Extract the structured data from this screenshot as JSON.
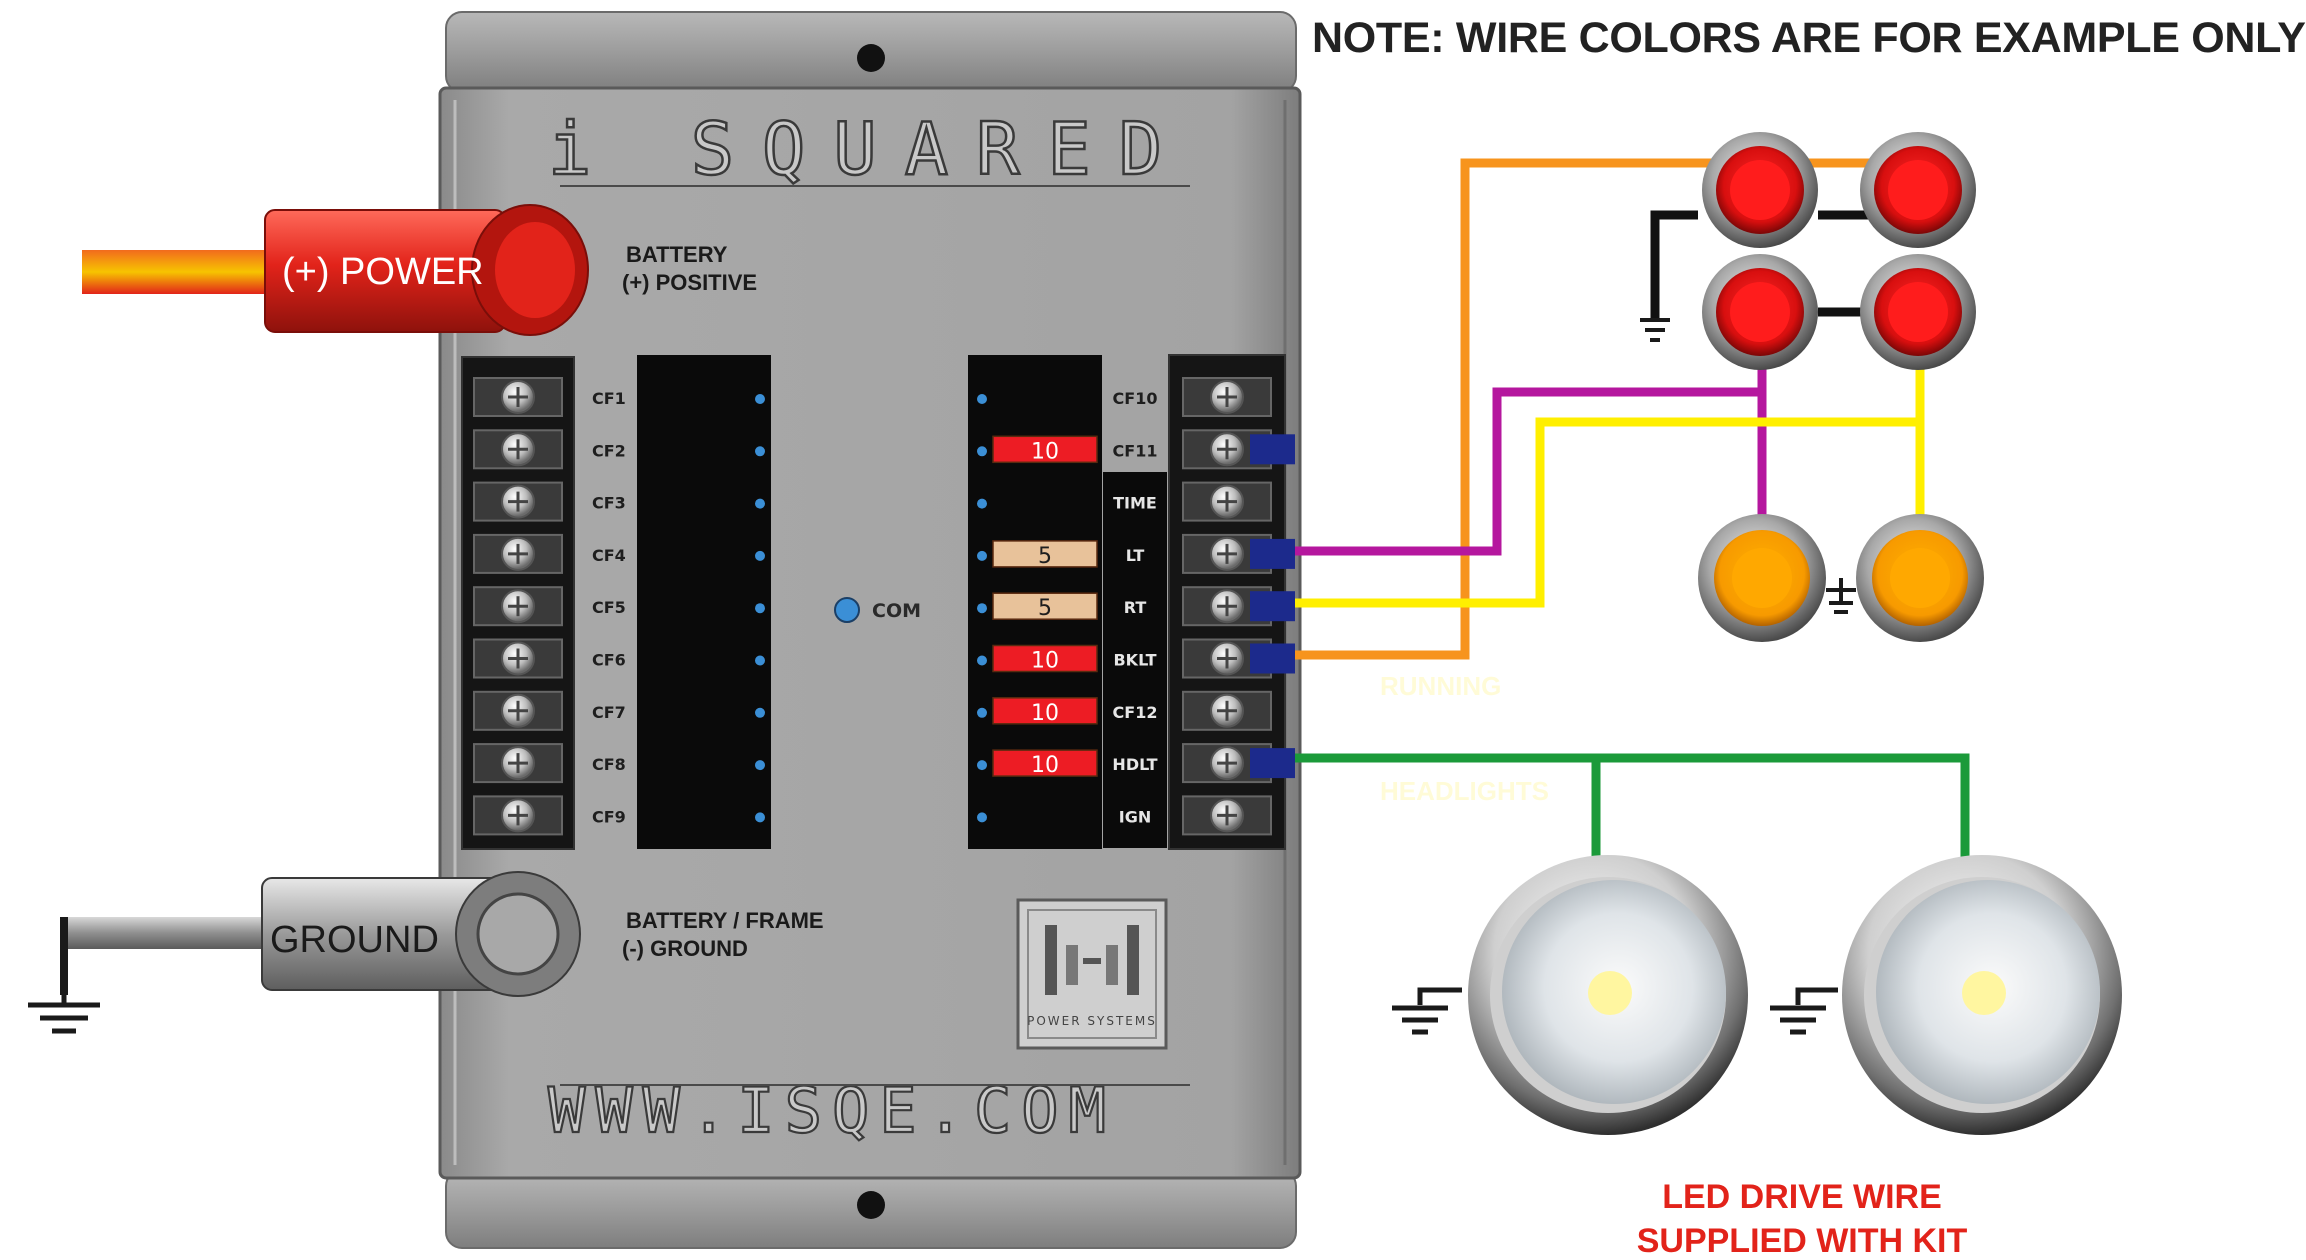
{
  "note": "NOTE: WIRE COLORS ARE FOR EXAMPLE ONLY",
  "brand": "i SQUARED",
  "website": "WWW.ISQE.COM",
  "logo_text": "POWER SYSTEMS",
  "power_terminal": {
    "label": "(+) POWER",
    "caption_line1": "BATTERY",
    "caption_line2": "(+) POSITIVE"
  },
  "ground_terminal": {
    "label": "GROUND",
    "caption_line1": "BATTERY / FRAME",
    "caption_line2": "(-) GROUND"
  },
  "com_label": "COM",
  "left_terminals": [
    "CF1",
    "CF2",
    "CF3",
    "CF4",
    "CF5",
    "CF6",
    "CF7",
    "CF8",
    "CF9"
  ],
  "right_terminals": [
    "CF10",
    "CF11",
    "TIME",
    "LT",
    "RT",
    "BKLT",
    "CF12",
    "HDLT",
    "IGN"
  ],
  "fuses": [
    "",
    "10",
    "",
    "5",
    "5",
    "10",
    "10",
    "10",
    ""
  ],
  "wire_labels": {
    "running": "RUNNING",
    "headlights": "HEADLIGHTS"
  },
  "footer_caption_line1": "LED DRIVE WIRE",
  "footer_caption_line2": "SUPPLIED WITH KIT",
  "colors": {
    "module": "#9a9a9a",
    "power_red": "#e2231a",
    "orange_wire": "#f7941d",
    "magenta_wire": "#b5179e",
    "yellow_wire": "#ffef00",
    "green_wire": "#1b9a3a",
    "caption_red": "#e2231a",
    "fuse_red": "#ed1c24",
    "fuse_tan": "#e8c29a"
  }
}
